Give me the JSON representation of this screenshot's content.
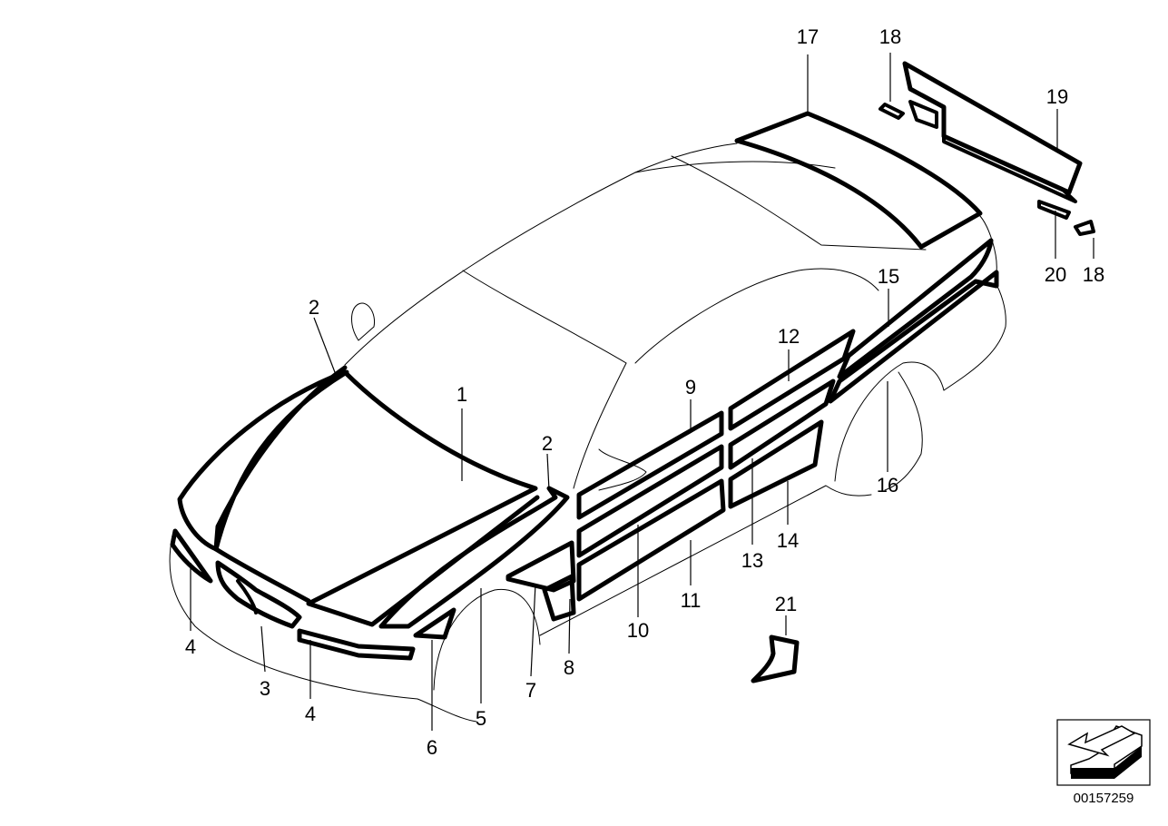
{
  "callouts": [
    {
      "id": "1",
      "label": "1"
    },
    {
      "id": "2a",
      "label": "2"
    },
    {
      "id": "2b",
      "label": "2"
    },
    {
      "id": "3",
      "label": "3"
    },
    {
      "id": "4a",
      "label": "4"
    },
    {
      "id": "4b",
      "label": "4"
    },
    {
      "id": "5",
      "label": "5"
    },
    {
      "id": "6",
      "label": "6"
    },
    {
      "id": "7",
      "label": "7"
    },
    {
      "id": "8",
      "label": "8"
    },
    {
      "id": "9",
      "label": "9"
    },
    {
      "id": "10",
      "label": "10"
    },
    {
      "id": "11",
      "label": "11"
    },
    {
      "id": "12",
      "label": "12"
    },
    {
      "id": "13",
      "label": "13"
    },
    {
      "id": "14",
      "label": "14"
    },
    {
      "id": "15",
      "label": "15"
    },
    {
      "id": "16",
      "label": "16"
    },
    {
      "id": "17",
      "label": "17"
    },
    {
      "id": "18a",
      "label": "18"
    },
    {
      "id": "18b",
      "label": "18"
    },
    {
      "id": "19",
      "label": "19"
    },
    {
      "id": "20",
      "label": "20"
    },
    {
      "id": "21",
      "label": "21"
    }
  ],
  "diagram_code": "00157259",
  "colors": {
    "line": "#000000",
    "background": "#ffffff"
  },
  "icons": {
    "orientation": "arrow-pointer-icon"
  }
}
